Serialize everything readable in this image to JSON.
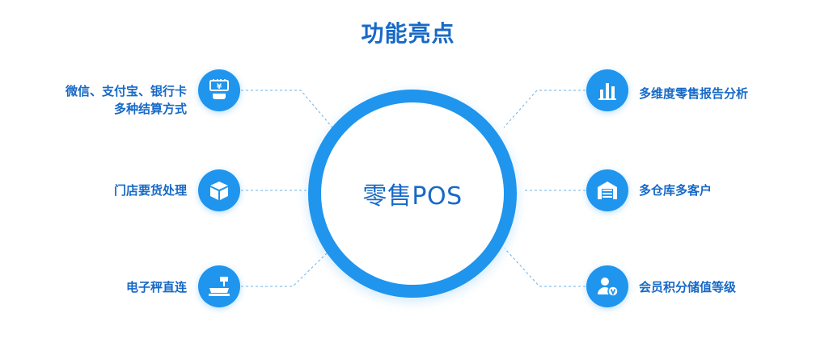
{
  "title": "功能亮点",
  "center": {
    "label": "零售POS"
  },
  "left_features": [
    {
      "line1": "微信、支付宝、银行卡",
      "line2": "多种结算方式",
      "icon": "payment-terminal-icon"
    },
    {
      "line1": "门店要货处理",
      "icon": "box-icon"
    },
    {
      "line1": "电子秤直连",
      "icon": "electronic-scale-icon"
    }
  ],
  "right_features": [
    {
      "line1": "多维度零售报告分析",
      "icon": "bar-chart-icon"
    },
    {
      "line1": "多仓库多客户",
      "icon": "warehouse-icon"
    },
    {
      "line1": "会员积分储值等级",
      "icon": "member-icon"
    }
  ],
  "colors": {
    "primary": "#1f95ee",
    "text": "#1769c7",
    "connector": "#6ab2ea"
  }
}
